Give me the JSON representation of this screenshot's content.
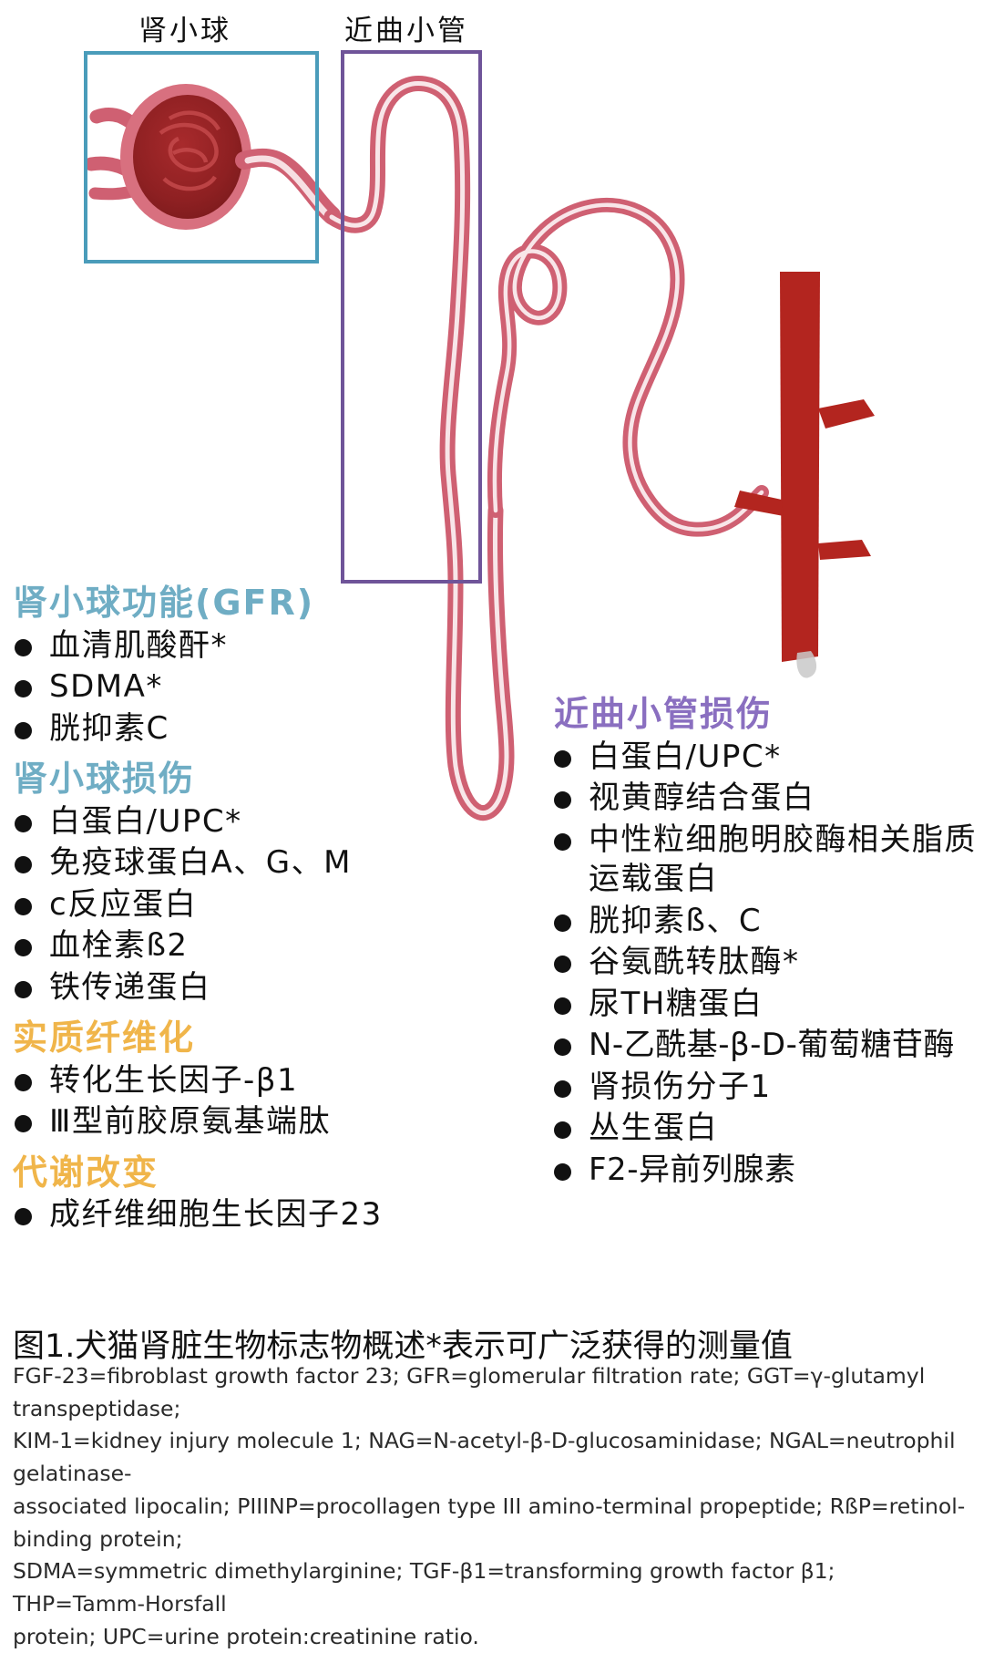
{
  "anatomy": {
    "labels": [
      {
        "name": "glomerulus",
        "text": "肾小球"
      },
      {
        "name": "proximal-convoluted-tubule",
        "text": "近曲小管"
      }
    ],
    "highlight_boxes": [
      {
        "name": "glomerulus-box",
        "color": "#4a9cba"
      },
      {
        "name": "pct-box",
        "color": "#6f5499"
      }
    ],
    "nephron_color": "#c9576a",
    "glomerulus_color": "#9e2226",
    "vessel_color": "#b3251f"
  },
  "left_column": {
    "sections": [
      {
        "heading": "肾小球功能(GFR)",
        "color": "#6fadc4",
        "items": [
          "血清肌酸酐*",
          "SDMA*",
          "胱抑素C"
        ]
      },
      {
        "heading": "肾小球损伤",
        "color": "#6fadc4",
        "items": [
          "白蛋白/UPC*",
          "免疫球蛋白A、G、M",
          "c反应蛋白",
          "血栓素ß2",
          "铁传递蛋白"
        ]
      },
      {
        "heading": "实质纤维化",
        "color": "#f0b54a",
        "items": [
          "转化生长因子-β1",
          "Ⅲ型前胶原氨基端肽"
        ]
      },
      {
        "heading": "代谢改变",
        "color": "#f0b54a",
        "items": [
          "成纤维细胞生长因子23"
        ]
      }
    ]
  },
  "right_column": {
    "sections": [
      {
        "heading": "近曲小管损伤",
        "color": "#8a6fc0",
        "items": [
          "白蛋白/UPC*",
          "视黄醇结合蛋白",
          "中性粒细胞明胶酶相关脂质运载蛋白",
          "胱抑素ß、C",
          "谷氨酰转肽酶*",
          "尿TH糖蛋白",
          "N-乙酰基-β-D-葡萄糖苷酶",
          "肾损伤分子1",
          "丛生蛋白",
          "F2-异前列腺素"
        ]
      }
    ]
  },
  "caption": "图1.犬猫肾脏生物标志物概述*表示可广泛获得的测量值",
  "footnote_lines": [
    "FGF-23=fibroblast growth factor 23; GFR=glomerular filtration rate; GGT=γ-glutamyl transpeptidase;",
    "KIM-1=kidney injury molecule 1; NAG=N-acetyl-β-D-glucosaminidase; NGAL=neutrophil gelatinase-",
    "associated lipocalin; PIIINP=procollagen type III amino-terminal propeptide; RßP=retinol-binding protein;",
    "SDMA=symmetric dimethylarginine; TGF-β1=transforming growth factor β1; THP=Tamm-Horsfall",
    "protein; UPC=urine protein:creatinine ratio."
  ]
}
